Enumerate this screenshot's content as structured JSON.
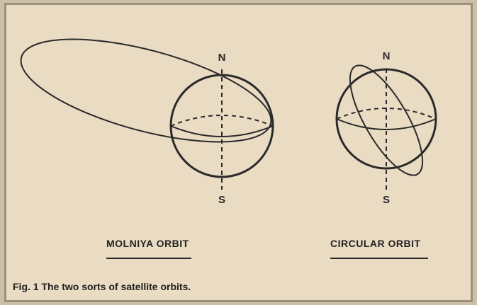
{
  "diagram": {
    "molniya": {
      "north": "N",
      "south": "S",
      "label": "MOLNIYA ORBIT"
    },
    "circular": {
      "north": "N",
      "south": "S",
      "label": "CIRCULAR ORBIT"
    },
    "caption": "Fig. 1 The two sorts of satellite orbits."
  },
  "colors": {
    "ink": "#2a2a2a",
    "paper": "#eadbc3",
    "border": "#9c8f7b"
  }
}
